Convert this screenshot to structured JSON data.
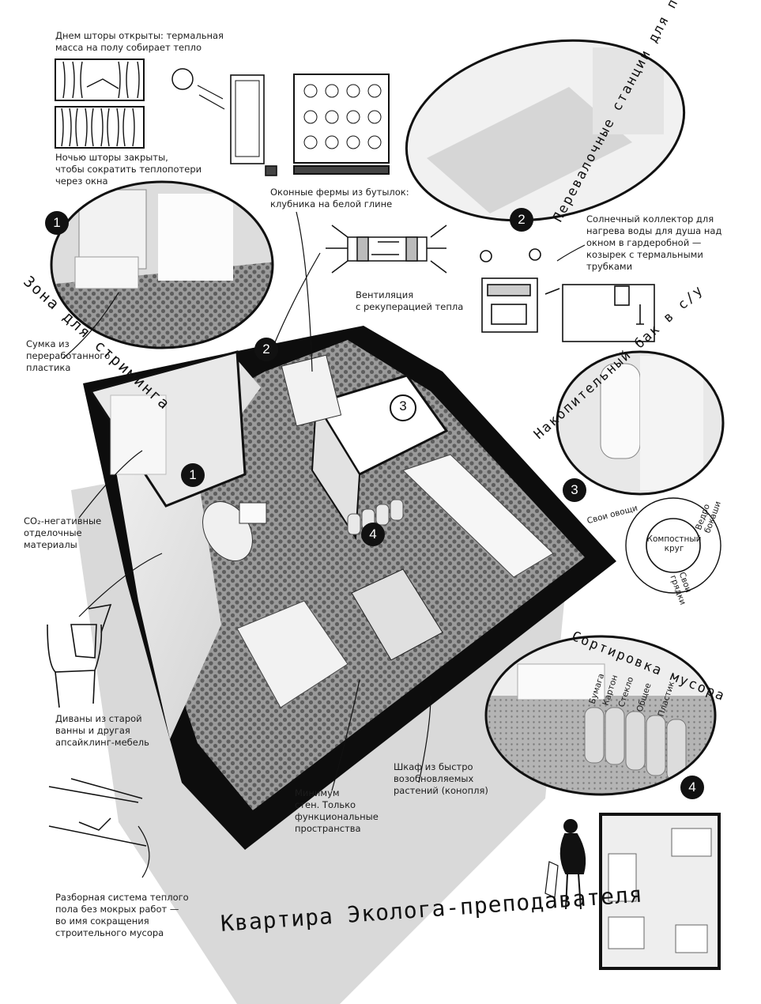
{
  "title": "Квартира Эколога-преподавателя",
  "zones": {
    "z1": "Зона для стриминга",
    "z2": "Перевалочные станции для пчел",
    "z3": "Накопительный бак в с/у",
    "z4": "Сортировка мусора"
  },
  "badges": [
    "1",
    "2",
    "3",
    "4"
  ],
  "notes": {
    "curtains_day": "Днем шторы открыты: термальная\nмасса на полу собирает тепло",
    "curtains_night": "Ночью шторы закрыты,\nчтобы сократить теплопотери\nчерез окна",
    "bottle_farms": "Оконные фермы из бутылок:\nклубника на белой глине",
    "ventilation": "Вентиляция\nс рекуперацией тепла",
    "solar_collector": "Солнечный коллектор для\nнагрева воды для душа над\nокном в гардеробной —\nкозырек с термальными\nтрубками",
    "bag": "Сумка из\nпереработанного\nпластика",
    "co2": "CO₂-негативные\nотделочные\nматериалы",
    "sofas": "Диваны из старой\nванны и другая\nапсайклинг-мебель",
    "floor": "Разборная система теплого\nпола без мокрых работ —\nво имя сокращения\nстроительного мусора",
    "walls": "Минимум\nстен. Только\nфункциональные\nпространства",
    "wardrobe": "Шкаф из быстро\nвозобновляемых\nрастений (конопля)"
  },
  "compost": {
    "center": "Компостный\nкруг",
    "left": "Свои овощи",
    "right": "Ведро\nбокаши",
    "bottom": "Свои\nгрядки"
  },
  "bins": [
    "Бумага",
    "Картон",
    "Стекло",
    "Общее",
    "Пластик"
  ],
  "colors": {
    "ink": "#111111",
    "floor": "#8a8a8a",
    "wall": "#0d0d0d",
    "shadow": "#d4d4d4"
  }
}
